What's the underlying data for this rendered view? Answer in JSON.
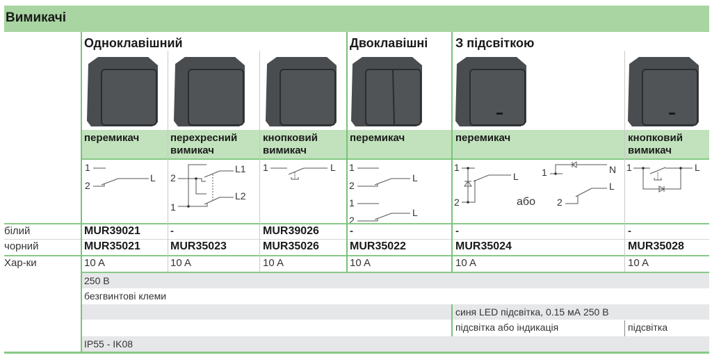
{
  "title": "Вимикачі",
  "groups": [
    {
      "label": "Одноклавішний"
    },
    {
      "label": "Двоклавішні"
    },
    {
      "label": "З підсвіткою"
    }
  ],
  "products": [
    {
      "type_line1": "перемикач",
      "type_line2": "",
      "white": "MUR39021",
      "black": "MUR35021",
      "current": "10 A",
      "image": "single-rocker-switch"
    },
    {
      "type_line1": "перехресний",
      "type_line2": "вимикач",
      "white": "-",
      "black": "MUR35023",
      "current": "10 A",
      "image": "single-rocker-switch"
    },
    {
      "type_line1": "кнопковий",
      "type_line2": "вимикач",
      "white": "MUR39026",
      "black": "MUR35026",
      "current": "10 A",
      "image": "single-rocker-switch"
    },
    {
      "type_line1": "перемикач",
      "type_line2": "",
      "white": "-",
      "black": "MUR35022",
      "current": "10 A",
      "image": "double-rocker-switch"
    },
    {
      "type_line1": "перемикач",
      "type_line2": "",
      "white": "-",
      "black": "MUR35024",
      "current": "10 A",
      "image": "illuminated-rocker-switch"
    },
    {
      "type_line1": "кнопковий",
      "type_line2": "вимикач",
      "white": "-",
      "black": "MUR35028",
      "current": "10 A",
      "image": "illuminated-rocker-switch"
    }
  ],
  "row_labels": {
    "white": "білий",
    "black": "чорний",
    "specs": "Хар-ки"
  },
  "schematics": {
    "n1": "1",
    "n2": "2",
    "L": "L",
    "L1": "L1",
    "L2": "L2",
    "N": "N",
    "or": "або"
  },
  "specs": {
    "voltage": "250 В",
    "terminals": "безгвинтові клеми",
    "led": "синя LED підсвітка, 0.15 мА 250 В",
    "led_mode_a": "підсвітка або індикація",
    "led_mode_b": "підсвітка",
    "protection": "IP55 - IK08"
  },
  "colors": {
    "header_green": "#a8d5a2",
    "type_row_green": "#c1e2bc",
    "border_green": "#78c278",
    "band_gray": "#e6e7e8",
    "switch_body": "#4a4d50"
  }
}
